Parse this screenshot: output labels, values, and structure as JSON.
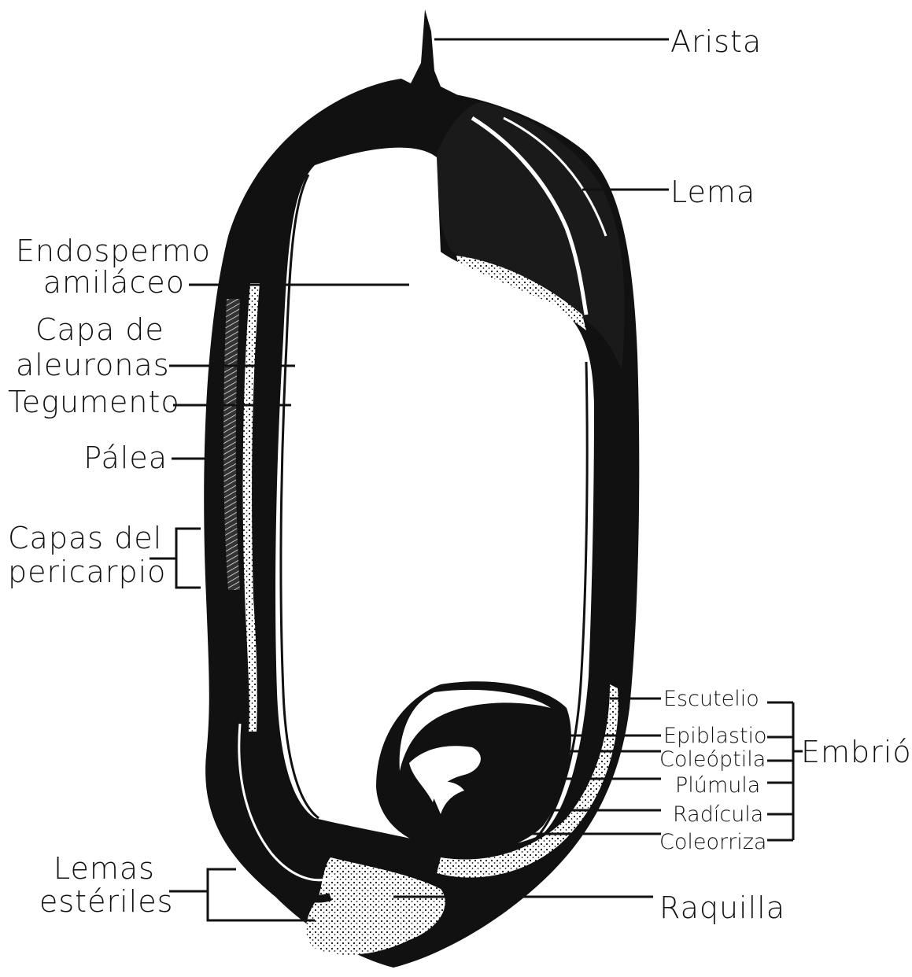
{
  "labels": {
    "arista": "Arista",
    "lema": "Lema",
    "endospermo_line1": "Endospermo",
    "endospermo_line2": "amiláceo",
    "capa_line1": "Capa de",
    "capa_line2": "aleuronas",
    "tegumento": "Tegumento",
    "palea": "Pálea",
    "capas_line1": "Capas del",
    "capas_line2": "pericarpio",
    "escutelio": "Escutelio",
    "epiblastio": "Epiblastio",
    "coleoptila": "Coleóptila",
    "plumula": "Plúmula",
    "radicula": "Radícula",
    "coleorriza": "Coleorriza",
    "embrion": "Embrión",
    "lemas_line1": "Lemas",
    "lemas_line2": "estériles",
    "raquilla": "Raquilla"
  },
  "colors": {
    "ink": "#111111",
    "paper": "#ffffff"
  }
}
